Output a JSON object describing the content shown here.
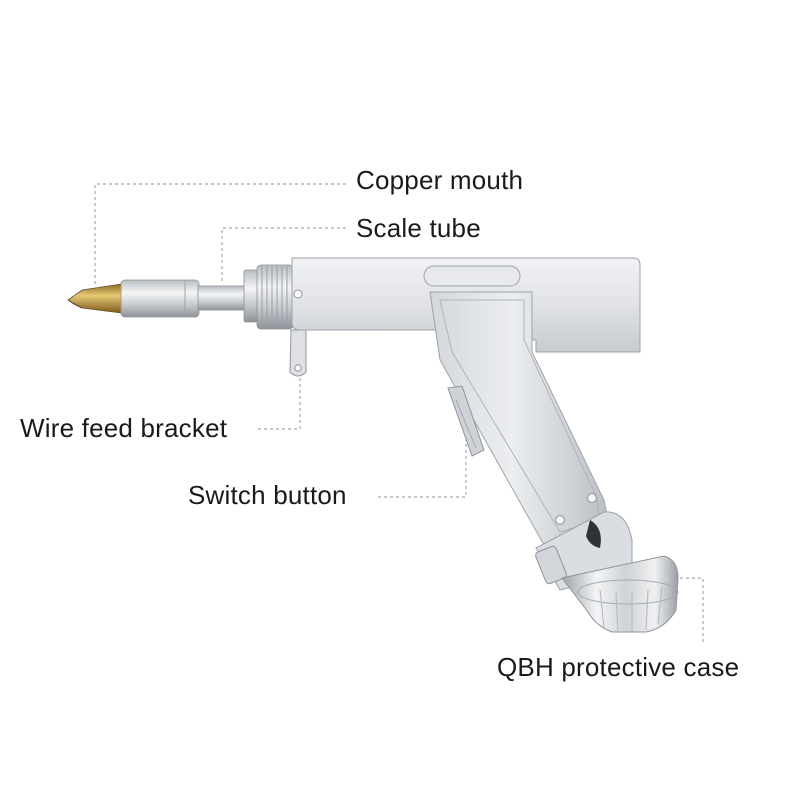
{
  "labels": {
    "copper_mouth": "Copper mouth",
    "scale_tube": "Scale tube",
    "wire_feed_bracket": "Wire feed bracket",
    "switch_button": "Switch button",
    "qbh_protective_case": "QBH protective case"
  },
  "colors": {
    "background": "#ffffff",
    "text": "#1a1a1a",
    "leader_line": "#a8a8a8",
    "metal_light": "#e4e6e9",
    "metal_mid": "#c9ccd1",
    "metal_dark": "#8f949b",
    "copper": "#c9a24a"
  }
}
